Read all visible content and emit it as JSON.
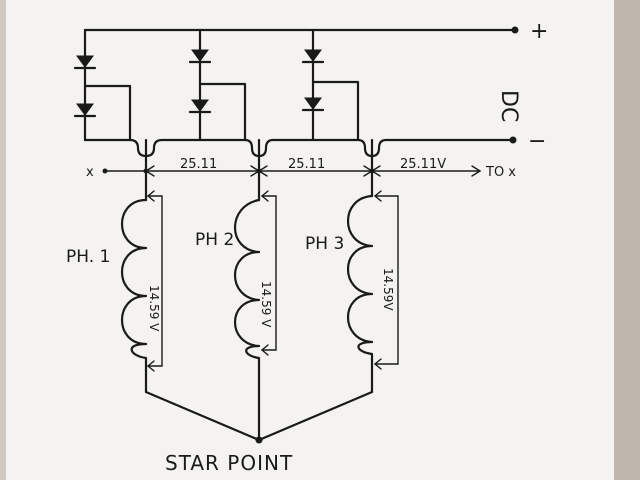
{
  "labels": {
    "dc": "DC",
    "plus": "+",
    "minus": "−",
    "x_left": "x",
    "to_x": "TO x",
    "line_voltage_1": "25.11",
    "line_voltage_2": "25.11",
    "line_voltage_3": "25.11V",
    "phase_1": "PH. 1",
    "phase_2": "PH 2",
    "phase_3": "PH 3",
    "phase_voltage_1": "14.59 V",
    "phase_voltage_2": "14.59 V",
    "phase_voltage_3": "14.59V",
    "star_point": "STAR POINT"
  },
  "colors": {
    "paper": "#f4f3f0",
    "ink": "#1a1a1a",
    "frame_shadow": "#b8b2a8"
  }
}
